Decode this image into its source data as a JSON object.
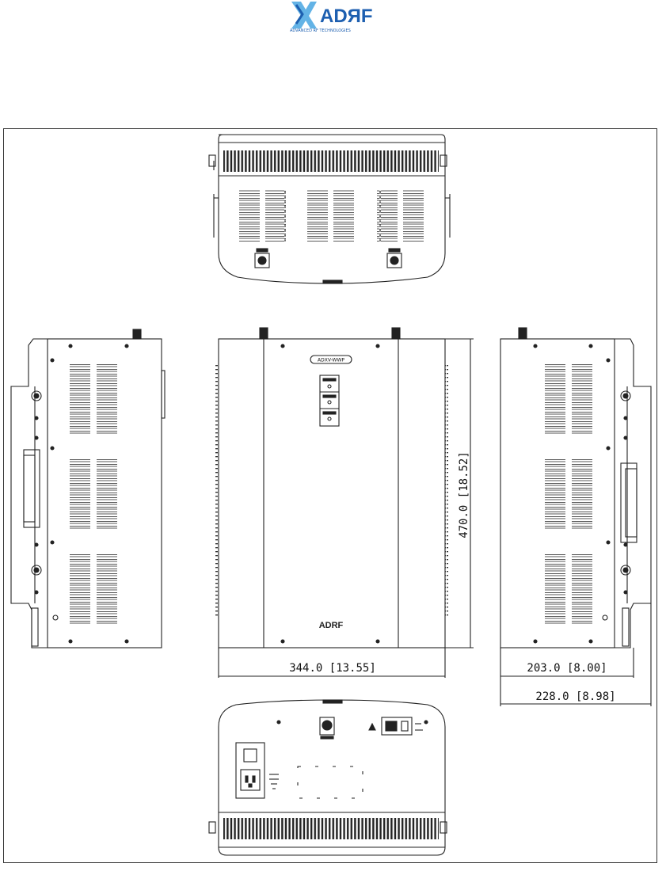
{
  "brand": {
    "name": "ADRF",
    "logo_text": "ADЯF",
    "tagline": "ADVANCED RF TECHNOLOGIES",
    "primary_color": "#1d5fb0",
    "accent_color": "#63b3e6"
  },
  "dimensions": {
    "height_label": "470.0 [18.52]",
    "width_label": "344.0 [13.55]",
    "depth_label": "203.0 [8.00]",
    "overall_depth_label": "228.0 [8.98]"
  },
  "front_panel": {
    "badge_text": "ADXV-WWP",
    "brand_plate": "ADRF"
  },
  "views": [
    {
      "name": "top-view"
    },
    {
      "name": "left-side-view"
    },
    {
      "name": "front-view"
    },
    {
      "name": "right-side-view"
    },
    {
      "name": "bottom-view"
    }
  ],
  "icons": [
    "adrf-logo-icon",
    "power-switch-icon",
    "ac-inlet-icon",
    "ethernet-port-icon",
    "antenna-connector-icon",
    "ground-symbol-icon",
    "network-symbol-icon",
    "fan-icon"
  ]
}
